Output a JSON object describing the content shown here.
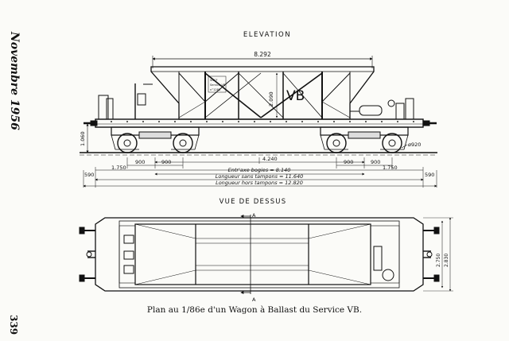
{
  "side_text": {
    "month": "Novembre 1956",
    "page": "339"
  },
  "elevation": {
    "title": "ELEVATION",
    "body_mark": "VB",
    "plate_lines": [
      "SNCF",
      "Service VB",
      "n°1283"
    ],
    "dims": {
      "top_length": "8.292",
      "hopper_height": "2.090",
      "rail_height": "1.060",
      "wheel_dia": "ø920",
      "axle_half": "4.240",
      "bogie_left_a": "900",
      "bogie_left_b": "900",
      "bogie_right_a": "900",
      "bogie_right_b": "900",
      "end_left": "1.750",
      "end_right": "1.750",
      "buffer_left": "590",
      "buffer_right": "590",
      "entraxe": "Entr'axe  bogies = 8.140",
      "sans_tampons": "Longueur  sans tampons = 11.640",
      "hors_tampons": "Longueur  hors tampons = 12.820"
    }
  },
  "plan": {
    "title": "VUE DE DESSUS",
    "section_top": "A",
    "section_bottom": "A",
    "width_inner": "2.750",
    "width_outer": "2.830"
  },
  "caption": "Plan au 1/86e d'un Wagon à Ballast du Service VB."
}
